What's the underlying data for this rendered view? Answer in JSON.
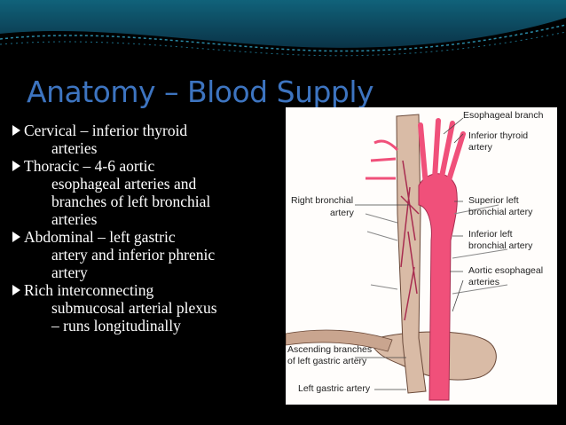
{
  "slide": {
    "title": "Anatomy – Blood Supply",
    "bullets": [
      {
        "lines": [
          "Cervical – inferior thyroid",
          "arteries"
        ]
      },
      {
        "lines": [
          "Thoracic – 4-6 aortic",
          "esophageal arteries and",
          "branches of left bronchial",
          "arteries"
        ]
      },
      {
        "lines": [
          "Abdominal – left gastric",
          "artery and inferior phrenic",
          "artery"
        ]
      },
      {
        "lines": [
          "Rich interconnecting",
          "submucosal arterial plexus",
          "– runs longitudinally"
        ]
      }
    ]
  },
  "figure": {
    "labels": {
      "esophageal_branch": "Esophageal branch",
      "inferior_thyroid_1": "Inferior thyroid",
      "inferior_thyroid_2": "artery",
      "right_bronchial_1": "Right bronchial",
      "right_bronchial_2": "artery",
      "superior_left_1": "Superior left",
      "superior_left_2": "bronchial artery",
      "inferior_left_1": "Inferior left",
      "inferior_left_2": "bronchial artery",
      "aortic_esophageal_1": "Aortic esophageal",
      "aortic_esophageal_2": "arteries",
      "ascending_1": "Ascending branches",
      "ascending_2": "of left gastric artery",
      "left_gastric": "Left gastric artery"
    }
  },
  "colors": {
    "title": "#3d74c0",
    "bullet_mark": "#3d74c0",
    "artery": "#f0507a",
    "esophagus": "#d9bba6"
  }
}
